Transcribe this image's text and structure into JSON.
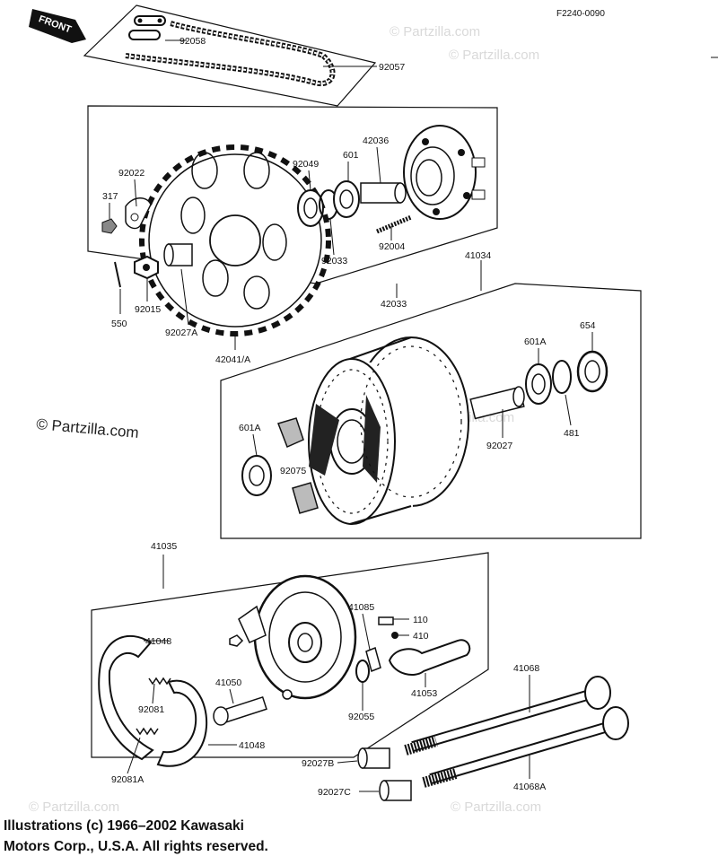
{
  "figure_ref": "F2240-0090",
  "front_tag": "FRONT",
  "watermark": {
    "main": "© Partzilla.com",
    "faint": "© Partzilla.com"
  },
  "copyright": {
    "line1": "Illustrations (c) 1966–2002 Kawasaki",
    "line2": "Motors Corp., U.S.A.  All rights reserved."
  },
  "parts": {
    "p92058": "92058",
    "p92057": "92057",
    "p92022": "92022",
    "p317": "317",
    "p92049": "92049",
    "p601": "601",
    "p42036": "42036",
    "p92004": "92004",
    "p92033": "92033",
    "p42033": "42033",
    "p550": "550",
    "p92015": "92015",
    "p92027A": "92027A",
    "p42041A": "42041/A",
    "p41034": "41034",
    "p601A_top": "601A",
    "p654": "654",
    "p481": "481",
    "p92027": "92027",
    "p601A_left": "601A",
    "p92075": "92075",
    "p41035": "41035",
    "p41048_top": "41048",
    "p41085": "41085",
    "p110": "110",
    "p410": "410",
    "p41050": "41050",
    "p92081": "92081",
    "p92055": "92055",
    "p41053": "41053",
    "p41068": "41068",
    "p41048_bot": "41048",
    "p92081A": "92081A",
    "p92027B": "92027B",
    "p92027C": "92027C",
    "p41068A": "41068A"
  }
}
